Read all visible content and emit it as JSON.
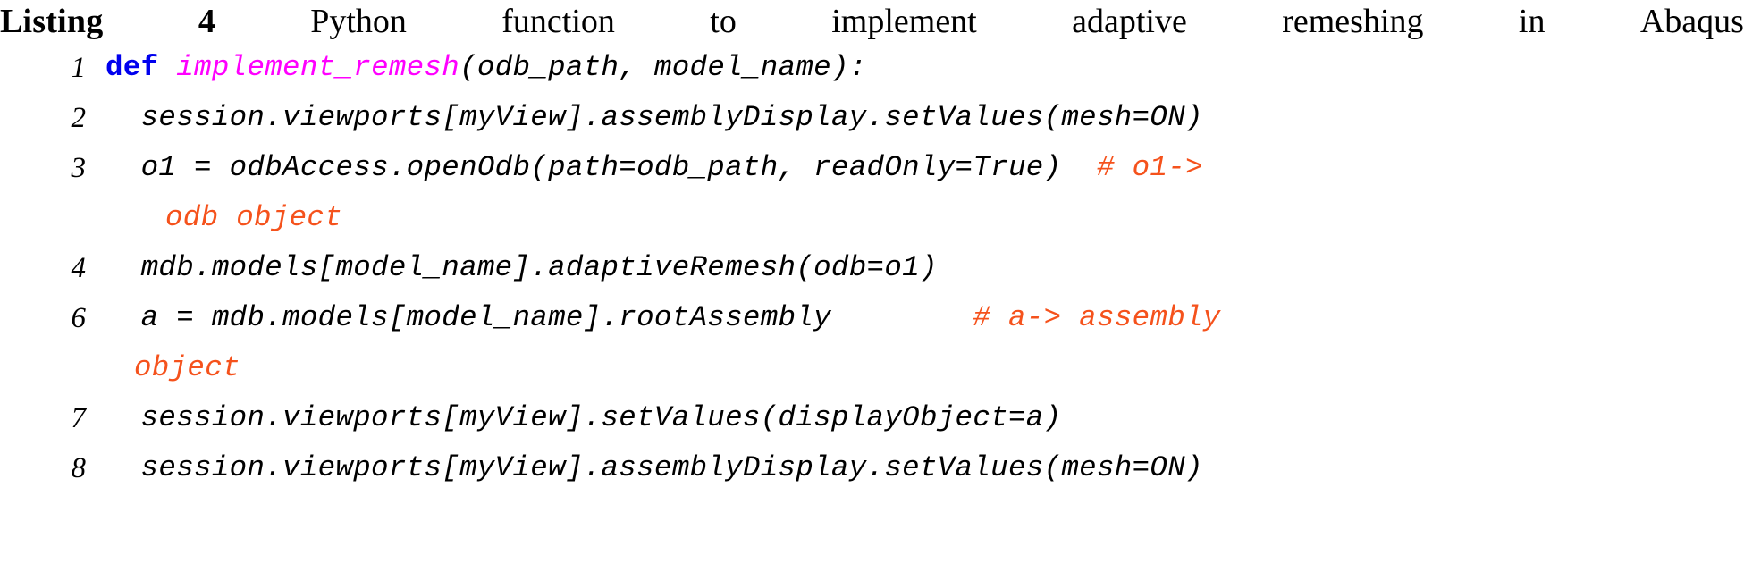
{
  "caption": {
    "label": "Listing",
    "number": "4",
    "words": [
      "Python",
      "function",
      "to",
      "implement",
      "adaptive",
      "remeshing",
      "in",
      "Abaqus"
    ],
    "full_text": "Listing 4 Python function to implement adaptive remeshing in Abaqus"
  },
  "colors": {
    "keyword": "#0000ee",
    "function_name": "#ff00ff",
    "comment": "#f5521c",
    "code": "#000000",
    "background": "#ffffff"
  },
  "code": {
    "language": "Python",
    "lines": [
      {
        "number": "1",
        "segments": [
          {
            "kind": "plain",
            "text": ""
          },
          {
            "kind": "keyword",
            "text": "def"
          },
          {
            "kind": "plain",
            "text": " "
          },
          {
            "kind": "function",
            "text": "implement_remesh"
          },
          {
            "kind": "plain",
            "text": "(odb_path, model_name):"
          }
        ],
        "plain_text": "def implement_remesh(odb_path, model_name):",
        "wrap": null
      },
      {
        "number": "2",
        "segments": [
          {
            "kind": "plain",
            "text": "  session.viewports[myView].assemblyDisplay.setValues(mesh=ON)"
          }
        ],
        "plain_text": "  session.viewports[myView].assemblyDisplay.setValues(mesh=ON)",
        "wrap": null
      },
      {
        "number": "3",
        "segments": [
          {
            "kind": "plain",
            "text": "  o1 = odbAccess.openOdb(path=odb_path, readOnly=True)  "
          },
          {
            "kind": "comment",
            "text": "# o1->"
          }
        ],
        "plain_text": "  o1 = odbAccess.openOdb(path=odb_path, readOnly=True)  # o1-> odb object",
        "wrap": "odb object"
      },
      {
        "number": "4",
        "segments": [
          {
            "kind": "plain",
            "text": "  mdb.models[model_name].adaptiveRemesh(odb=o1)"
          }
        ],
        "plain_text": "  mdb.models[model_name].adaptiveRemesh(odb=o1)",
        "wrap": null
      },
      {
        "number": "6",
        "segments": [
          {
            "kind": "plain",
            "text": "  a = mdb.models[model_name].rootAssembly        "
          },
          {
            "kind": "comment",
            "text": "# a-> assembly"
          }
        ],
        "plain_text": "  a = mdb.models[model_name].rootAssembly        # a-> assembly object",
        "wrap": "object"
      },
      {
        "number": "7",
        "segments": [
          {
            "kind": "plain",
            "text": "  session.viewports[myView].setValues(displayObject=a)"
          }
        ],
        "plain_text": "  session.viewports[myView].setValues(displayObject=a)",
        "wrap": null
      },
      {
        "number": "8",
        "segments": [
          {
            "kind": "plain",
            "text": "  session.viewports[myView].assemblyDisplay.setValues(mesh=ON)"
          }
        ],
        "plain_text": "  session.viewports[myView].assemblyDisplay.setValues(mesh=ON)",
        "wrap": null
      }
    ]
  }
}
